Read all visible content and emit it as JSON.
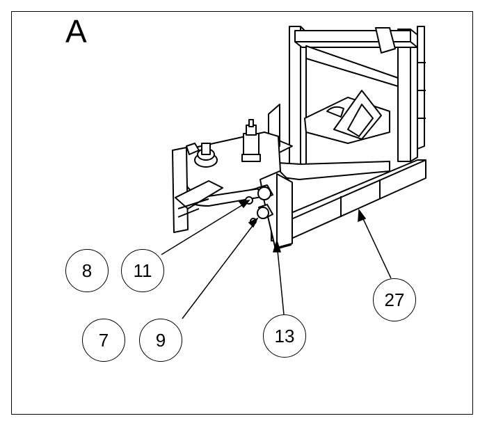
{
  "figure": {
    "panel_label": "A",
    "callouts": [
      {
        "id": "callout-8",
        "label": "8"
      },
      {
        "id": "callout-11",
        "label": "11"
      },
      {
        "id": "callout-7",
        "label": "7"
      },
      {
        "id": "callout-9",
        "label": "9"
      },
      {
        "id": "callout-13",
        "label": "13"
      },
      {
        "id": "callout-27",
        "label": "27"
      }
    ]
  }
}
